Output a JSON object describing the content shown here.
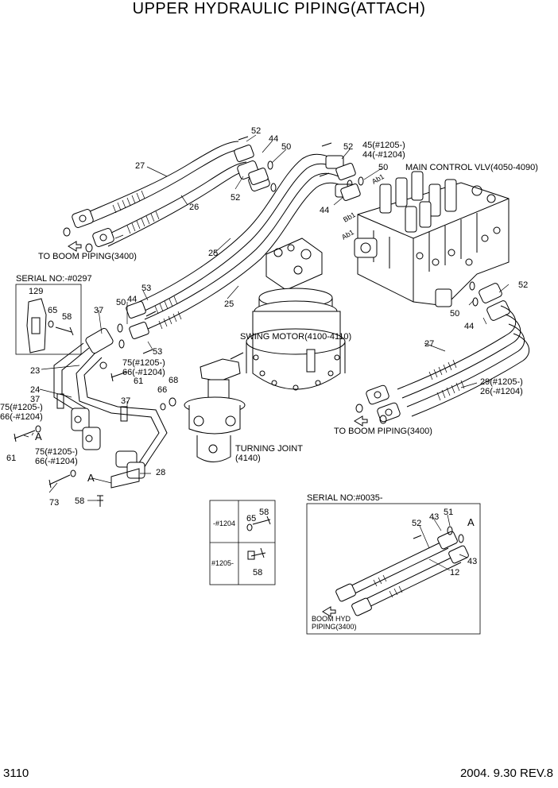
{
  "title": "UPPER HYDRAULIC PIPING(ATTACH)",
  "footer": {
    "page_code": "3110",
    "date_rev": "2004. 9.30  REV.8"
  },
  "labels": {
    "main_control_valve": "MAIN CONTROL VLV(4050-4090)",
    "swing_motor": "SWING MOTOR(4100-4110)",
    "turning_joint_line1": "TURNING JOINT",
    "turning_joint_line2": "(4140)",
    "to_boom_piping": "TO BOOM PIPING(3400)",
    "boom_hyd_line1": "BOOM HYD",
    "boom_hyd_line2": "PIPING(3400)",
    "serial_0297": "SERIAL NO:-#0297",
    "serial_0035": "SERIAL NO:#0035-",
    "table_row1": "-#1204",
    "table_row2": "#1205-",
    "ref_a": "A",
    "port_ab1": "Ab1",
    "port_bb1": "Bb1",
    "port_ab1b": "Ab1"
  },
  "part_numbers": {
    "p52": "52",
    "p44": "44",
    "p50": "50",
    "p27": "27",
    "p26": "26",
    "p45": "45(#1205-)",
    "p44b": "44(-#1204)",
    "p25": "25",
    "p53": "53",
    "p129": "129",
    "p65": "65",
    "p58": "58",
    "p37": "37",
    "p23": "23",
    "p24": "24",
    "p75": "75(#1205-)",
    "p66": "66(-#1204)",
    "p61": "61",
    "p68": "68",
    "p66s": "66",
    "p73": "73",
    "p28": "28",
    "p29": "29(#1205-)",
    "p26b": "26(-#1204)",
    "p51": "51",
    "p43": "43",
    "p12": "12"
  },
  "colors": {
    "ink": "#000000",
    "paper": "#ffffff"
  }
}
